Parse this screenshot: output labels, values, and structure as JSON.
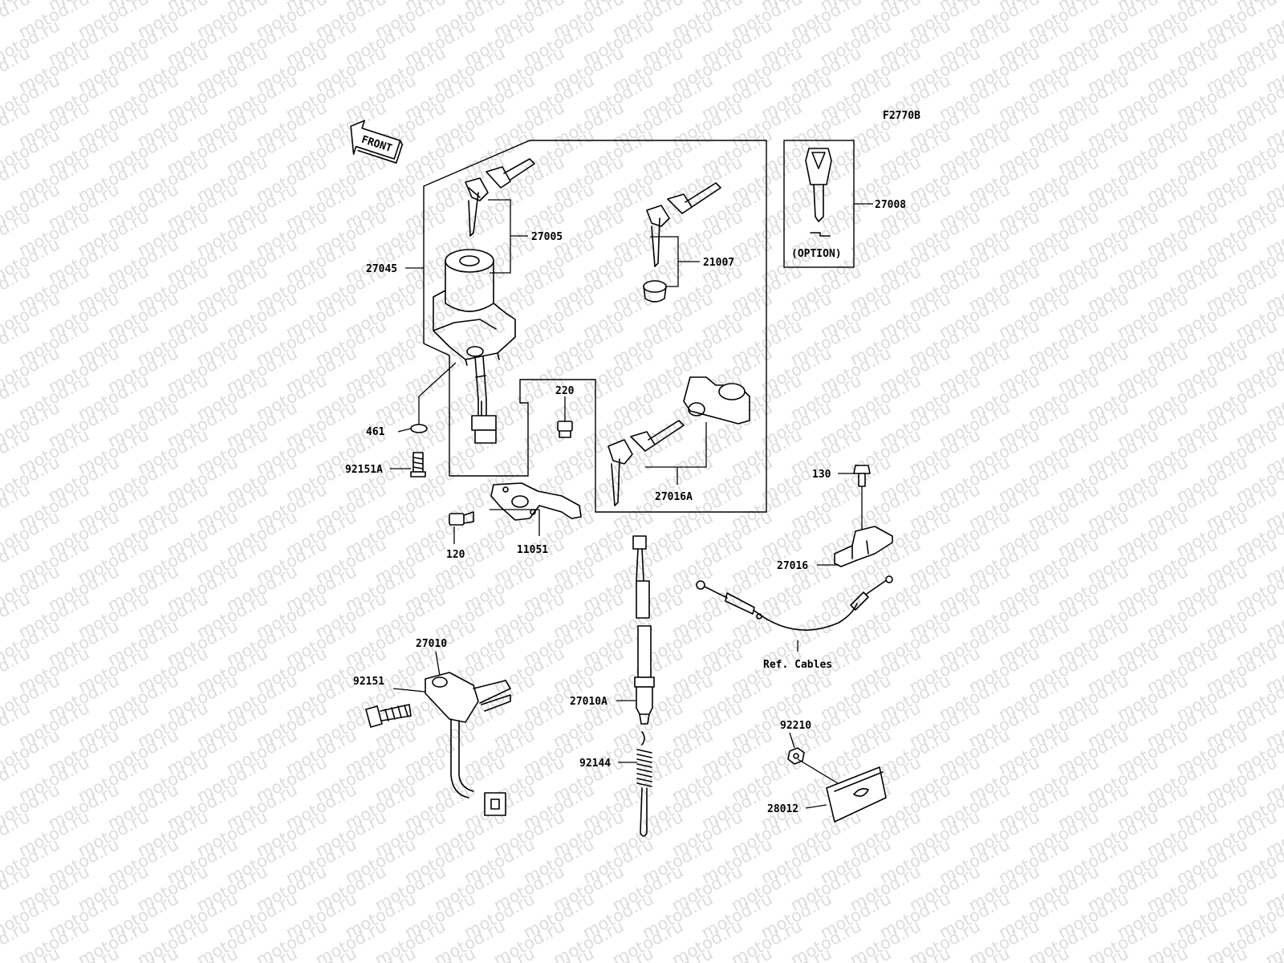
{
  "diagram": {
    "code": "F2770B",
    "front_label": "FRONT",
    "watermark_text": "motod.ru",
    "callouts": {
      "p27005": "27005",
      "p27045": "27045",
      "p21007": "21007",
      "p27008": "27008",
      "option": "(OPTION)",
      "p220": "220",
      "p461": "461",
      "p92151A": "92151A",
      "p27016A": "27016A",
      "p130": "130",
      "p120": "120",
      "p11051": "11051",
      "p27016": "27016",
      "p27010": "27010",
      "p92151": "92151",
      "ref_cables": "Ref. Cables",
      "p27010A": "27010A",
      "p92210": "92210",
      "p92144": "92144",
      "p28012": "28012"
    }
  }
}
